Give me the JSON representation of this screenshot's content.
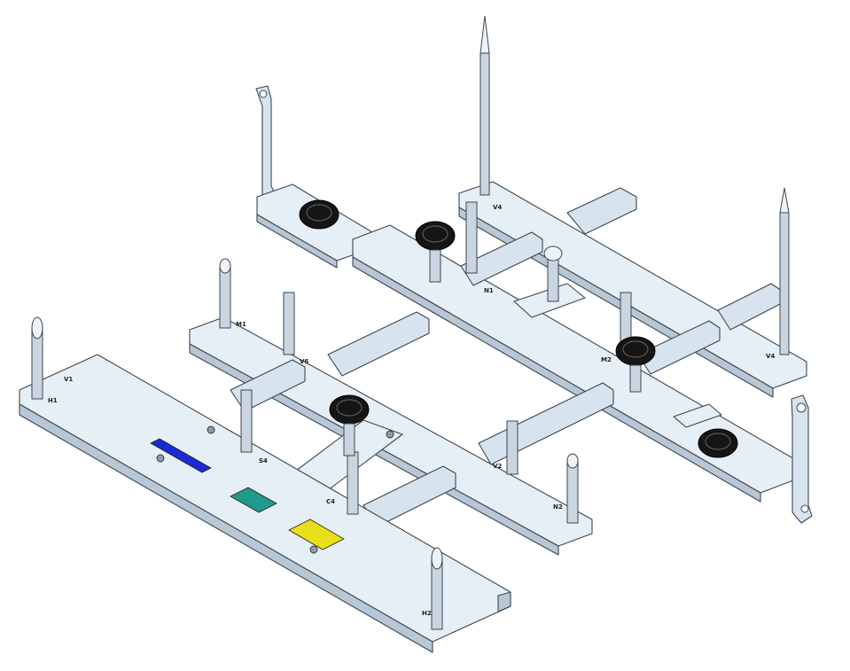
{
  "figure": {
    "marks": {
      "m1": "M1",
      "v6": "V6",
      "v4a": "V4",
      "v4b": "V4",
      "s4": "S4",
      "c4": "C4",
      "m2": "M2",
      "n1": "N1",
      "h1": "H1",
      "h2": "H2",
      "n2": "N2",
      "v1": "V1",
      "v2": "V2"
    },
    "colors": {
      "blue_patch": "#1a2bd6",
      "teal_patch": "#1f9a8c",
      "yellow_patch": "#e8df1a",
      "knob": "#151515"
    }
  }
}
